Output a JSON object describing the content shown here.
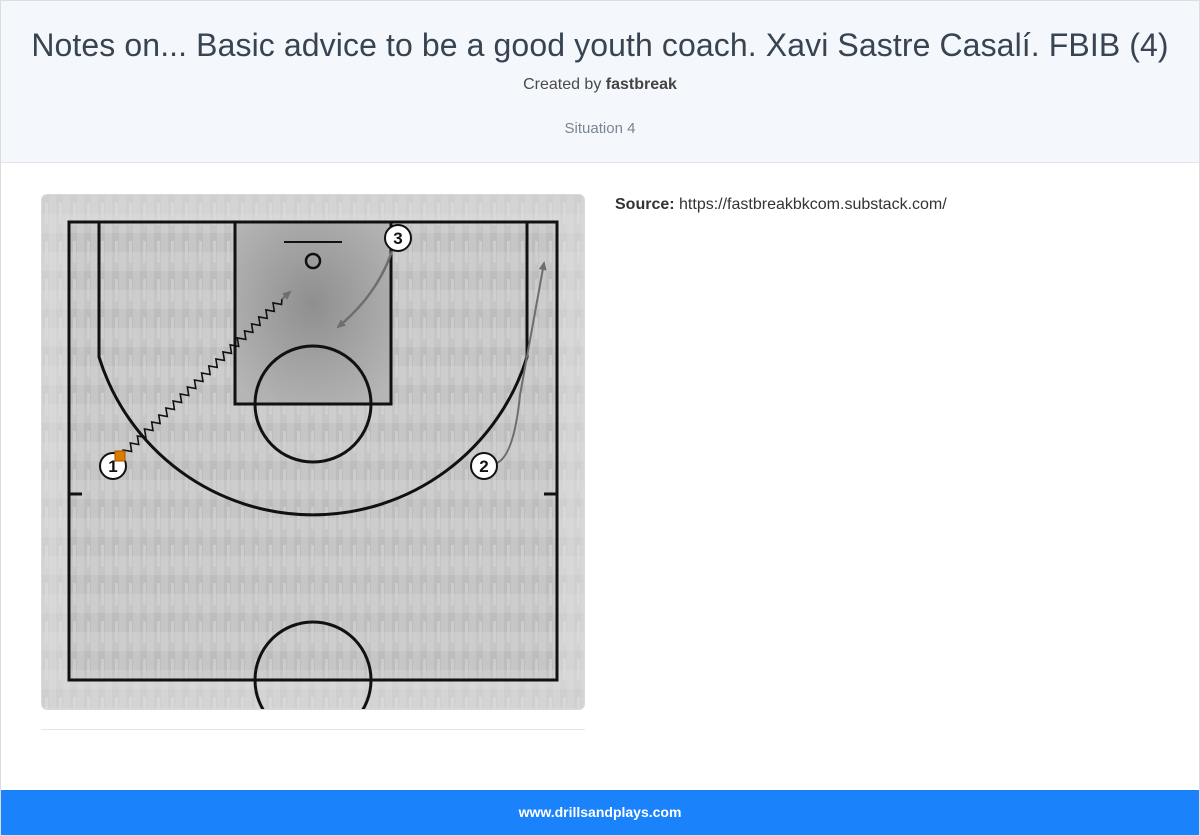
{
  "header": {
    "title": "Notes on... Basic advice to be a good youth coach. Xavi Sastre Casalí. FBIB (4)",
    "created_by_prefix": "Created by",
    "author": "fastbreak",
    "situation": "Situation 4"
  },
  "source": {
    "label": "Source:",
    "url": "https://fastbreakbkcom.substack.com/"
  },
  "diagram": {
    "players": [
      {
        "label": "1",
        "has_ball": true
      },
      {
        "label": "2",
        "has_ball": false
      },
      {
        "label": "3",
        "has_ball": false
      }
    ],
    "actions": [
      {
        "type": "dribble",
        "player": "1"
      },
      {
        "type": "cut",
        "player": "2"
      },
      {
        "type": "cut",
        "player": "3"
      }
    ],
    "colors": {
      "court_bg": "#c4c4c4",
      "paint": "#9e9e9e",
      "line": "#111111",
      "arrow": "#6e6e6e",
      "ball": "#e07b00"
    }
  },
  "footer": {
    "site": "www.drillsandplays.com"
  }
}
